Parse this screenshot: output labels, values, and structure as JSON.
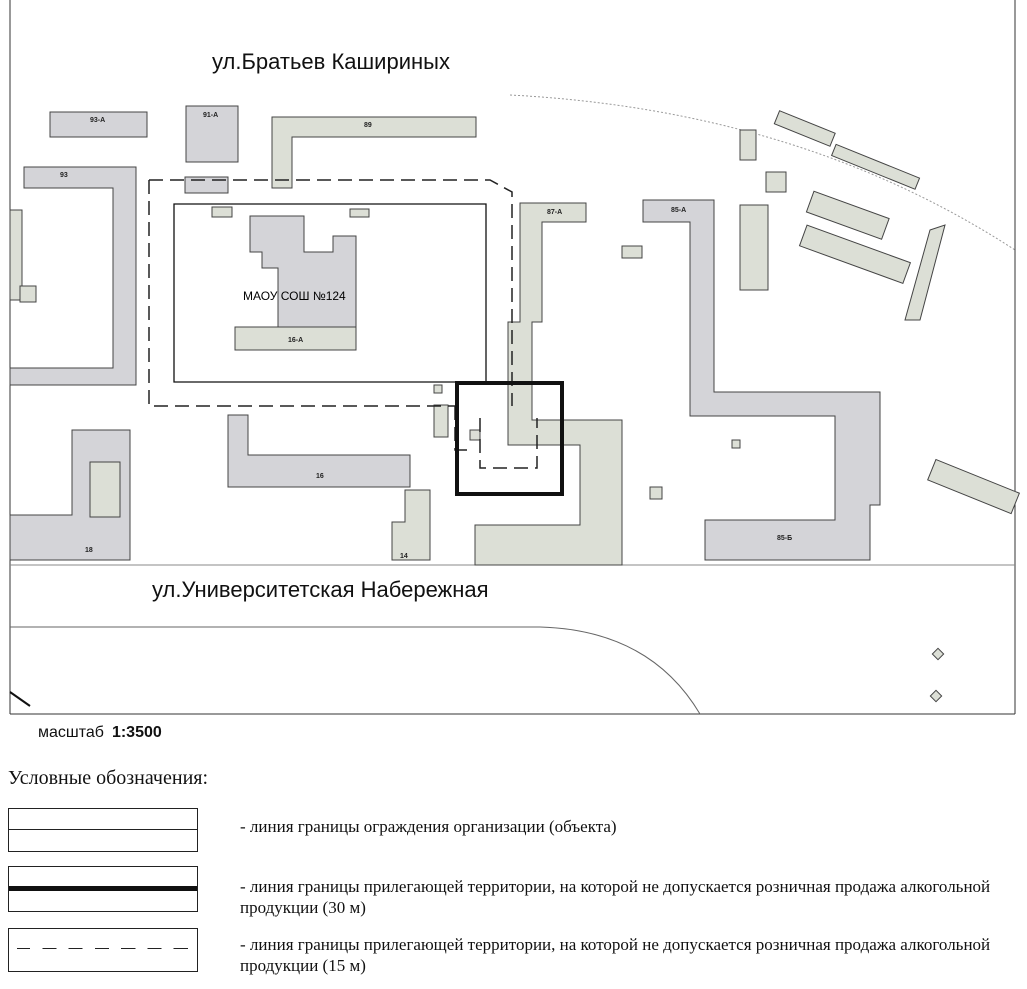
{
  "map": {
    "streets": {
      "north": "ул.Братьев Кашириных",
      "south": "ул.Университетская Набережная"
    },
    "school_label": "МАОУ СОШ №124",
    "buildings": {
      "b93a": "93-А",
      "b91a": "91-А",
      "b89": "89",
      "b93": "93",
      "b16a": "16-А",
      "b87a": "87-А",
      "b85a": "85-А",
      "b85b": "85-Б",
      "b16": "16",
      "b18": "18",
      "b14": "14"
    }
  },
  "scale": {
    "label": "масштаб",
    "value": "1:3500"
  },
  "legend": {
    "title": "Условные обозначения:",
    "items": [
      {
        "text": "- линия границы ограждения организации (объекта)"
      },
      {
        "text": "- линия границы прилегающей территории, на которой не допускается розничная продажа алкогольной продукции (30 м)"
      },
      {
        "text": "- линия границы прилегающей территории, на которой не допускается розничная продажа алкогольной продукции (15 м)"
      }
    ]
  }
}
